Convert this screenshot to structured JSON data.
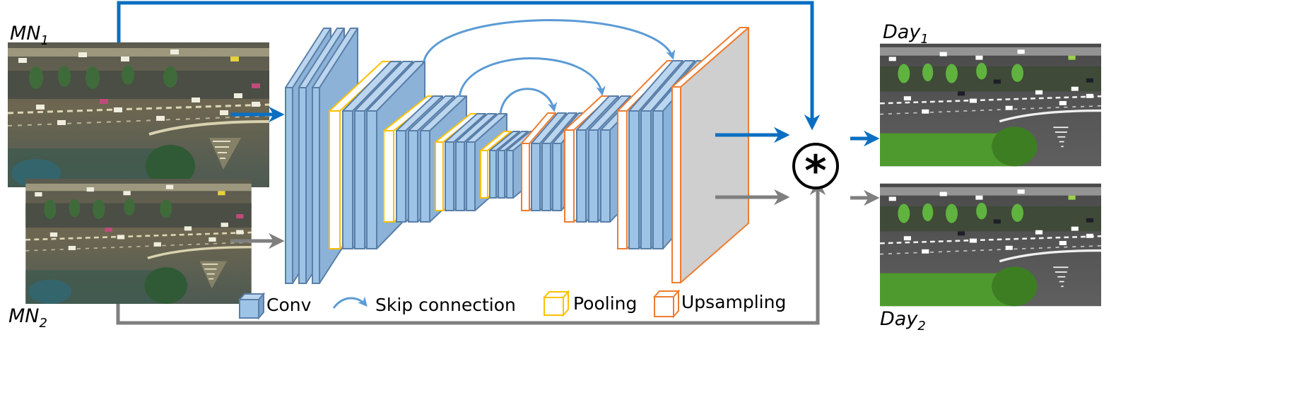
{
  "inputs": [
    {
      "base": "MN",
      "sub": "1"
    },
    {
      "base": "MN",
      "sub": "2"
    }
  ],
  "outputs": [
    {
      "base": "Day",
      "sub": "1"
    },
    {
      "base": "Day",
      "sub": "2"
    }
  ],
  "operator_symbol": "*",
  "legend": {
    "conv": "Conv",
    "skip": "Skip connection",
    "pooling": "Pooling",
    "upsampling": "Upsampling"
  },
  "colors": {
    "conv_fill": "#9dc3e6",
    "conv_stroke": "#5a7fa8",
    "pooling": "#ffc000",
    "upsampling": "#ed7d31",
    "arrow_blue": "#0a6fc2",
    "arrow_gray": "#7f7f7f",
    "skip": "#5b9bd5",
    "output_layer": "#cfcfcf"
  }
}
